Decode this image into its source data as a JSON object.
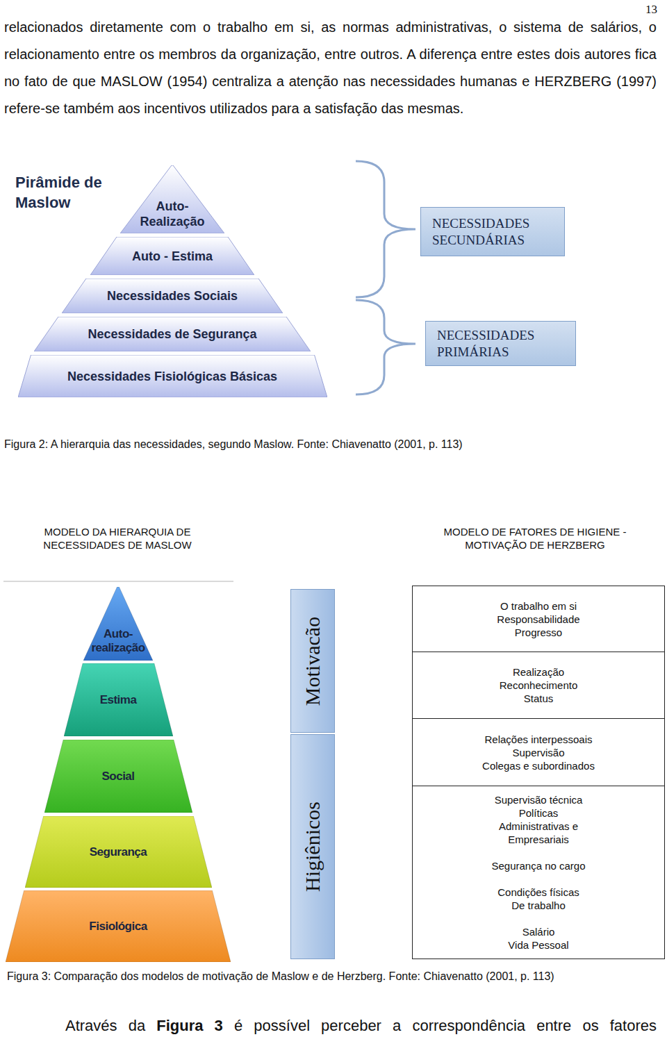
{
  "diagram": {
    "nodes": [
      {
        "text": [
          "Auto-Realização"
        ]
      },
      {
        "text": [
          "Auto - Estima"
        ]
      },
      {
        "text": [
          "Necessidades Sociais"
        ]
      },
      {
        "text": [
          "Necessidades de Segurança"
        ]
      },
      {
        "text": [
          "Necessidades Fisiológicas Básicas"
        ]
      },
      {
        "text": [
          "NECESSIDADES SECUNDÁRIAS"
        ]
      },
      {
        "text": [
          "NECESSIDADES PRIMÁRIAS"
        ]
      },
      {
        "text": [
          "Auto-realização"
        ]
      },
      {
        "text": [
          "Estima"
        ]
      },
      {
        "text": [
          "Social"
        ]
      },
      {
        "text": [
          "Segurança"
        ]
      },
      {
        "text": [
          "Fisiológica"
        ]
      },
      {
        "text": [
          "Motivacão"
        ]
      },
      {
        "text": [
          "Higiênicos"
        ]
      },
      {
        "text": [
          "O trabalho em si",
          "Responsabilidade",
          "Progresso"
        ]
      },
      {
        "text": [
          "Realização",
          "Reconhecimento",
          "Status"
        ]
      },
      {
        "text": [
          "Relações interpessoais",
          "Supervisão",
          "Colegas e subordinados"
        ]
      },
      {
        "text": [
          "Supervisão técnica",
          "Políticas Administrativas e Empresariais",
          "Segurança no cargo",
          "Condições físicas De trabalho",
          "Salário",
          "Vida Pessoal"
        ]
      }
    ],
    "labels": [
      "13",
      "relacionados diretamente com o trabalho em si, as normas administrativas, o sistema de salários, o relacionamento entre os membros da organização, entre outros. A diferença entre estes dois autores fica no fato de que MASLOW (1954) centraliza a atenção nas necessidades humanas e HERZBERG (1997) refere-se também aos incentivos utilizados para a satisfação das mesmas.",
      "Pirâmide de Maslow",
      "Figura 2: A hierarquia das necessidades, segundo Maslow. Fonte: Chiavenatto (2001, p. 113)",
      "MODELO DA HIERARQUIA DE NECESSIDADES DE MASLOW",
      "MODELO DE FATORES DE HIGIENE - MOTIVAÇÃO DE HERZBERG",
      "Figura 3: Comparação dos modelos de motivação de Maslow e de Herzberg. Fonte: Chiavenatto (2001, p. 113)",
      "Através da",
      "Figura 3",
      "é possível perceber a correspondência entre os fatores"
    ]
  }
}
